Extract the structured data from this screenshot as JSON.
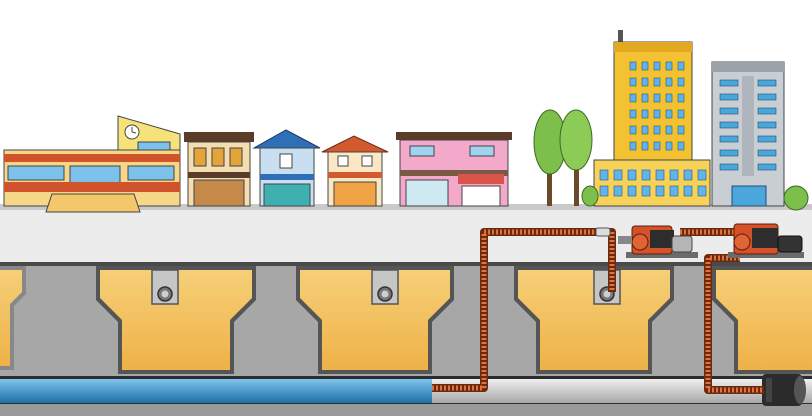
{
  "scene": {
    "colors": {
      "sky": "#ffffff",
      "road": "#e9e9e9",
      "pavement_edge": "#bdbdbd",
      "underground": "#a9a9a9",
      "chamber_fill": "#f3c25e",
      "chamber_wall": "#b8b8b8",
      "pipe_water": "#3a8fc8",
      "pipe_dry": "#c6c6c6",
      "hose": "#e0703a",
      "pump": "#d9532b",
      "engine": "#333333"
    },
    "icons": [
      "school-building",
      "shop-house-brown",
      "house-blue",
      "house-orange",
      "shop-house-pink",
      "tree",
      "tree",
      "office-tower-yellow",
      "office-tower-gray",
      "bypass-pump-unit",
      "bypass-pump-unit",
      "bypass-hose",
      "manhole-chamber",
      "sewer-main-pipe",
      "pipe-plug"
    ]
  }
}
